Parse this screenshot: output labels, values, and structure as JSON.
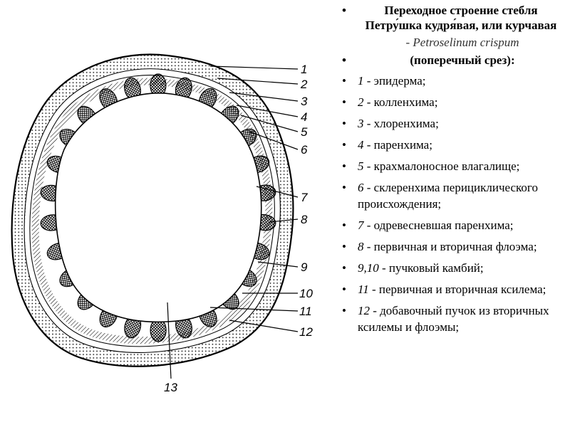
{
  "title": "Переходное строение стебля Петру́шка кудря́вая, или курчавая",
  "latin_line": "- Petroselinum crispum",
  "subtitle": "(поперечный срез):",
  "legend": [
    {
      "num": "1",
      "text": " - эпидерма;"
    },
    {
      "num": "2",
      "text": " - колленхима;"
    },
    {
      "num": "3",
      "text": " - хлоренхима;"
    },
    {
      "num": "4",
      "text": " - паренхима;"
    },
    {
      "num": "5",
      "text": " - крахмалоносное влагалище;"
    },
    {
      "num": "6",
      "text": " - склеренхима перициклического происхождения;"
    },
    {
      "num": "7",
      "text": " - одревесневшая паренхима;"
    },
    {
      "num": "8",
      "text": " - первичная и вторичная флоэма;"
    },
    {
      "num": "9,10",
      "text": " - пучковый камбий;"
    },
    {
      "num": "11",
      "text": " - первичная и вторичная ксилема;"
    },
    {
      "num": "12",
      "text": " - добавочный пучок из вторичных ксилемы и флоэмы;"
    }
  ],
  "diagram_labels": [
    "1",
    "2",
    "3",
    "4",
    "5",
    "6",
    "7",
    "8",
    "9",
    "10",
    "11",
    "12",
    "13"
  ]
}
